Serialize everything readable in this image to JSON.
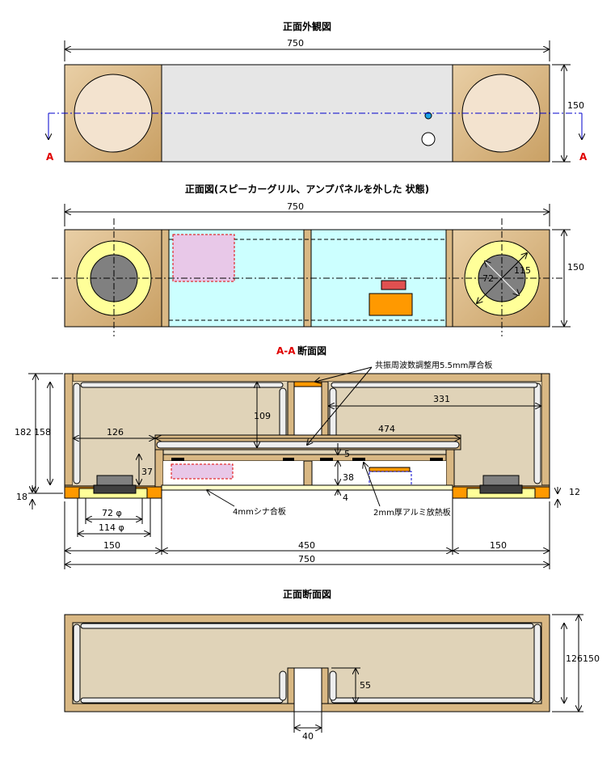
{
  "titles": {
    "front_view": "正面外観図",
    "front_no_grille": "正面図(スピーカーグリル、アンプパネルを外した 状態)",
    "section_aa_prefix": "A-A",
    "section_aa_suffix": "断面図",
    "front_section": "正面断面図"
  },
  "section_marker": "A",
  "dims": {
    "width_750": "750",
    "height_150": "150",
    "d72": "72",
    "d115": "115",
    "d182": "182",
    "d158": "158",
    "d18": "18",
    "d126": "126",
    "d474": "474",
    "d331": "331",
    "d109": "109",
    "d37": "37",
    "d5": "5",
    "d38": "38",
    "d4": "4",
    "d12": "12",
    "phi72": "72 φ",
    "phi114": "114 φ",
    "d150": "150",
    "d450": "450",
    "d126_150": "126150",
    "d55": "55",
    "d40": "40"
  },
  "notes": {
    "resonance_board": "共振周波数調整用5.5mm厚合板",
    "shina_board": "4mmシナ合板",
    "alu_plate": "2mm厚アルミ放熱板"
  },
  "colors": {
    "wood": "#d9b884",
    "grille": "#e6e6e6",
    "cavity": "#ccffff",
    "yellow_ring": "#ffff99",
    "woofer": "#808080",
    "orange": "#ff9900",
    "marker_red": "#e00000",
    "centerline_blue": "#0000cc"
  }
}
